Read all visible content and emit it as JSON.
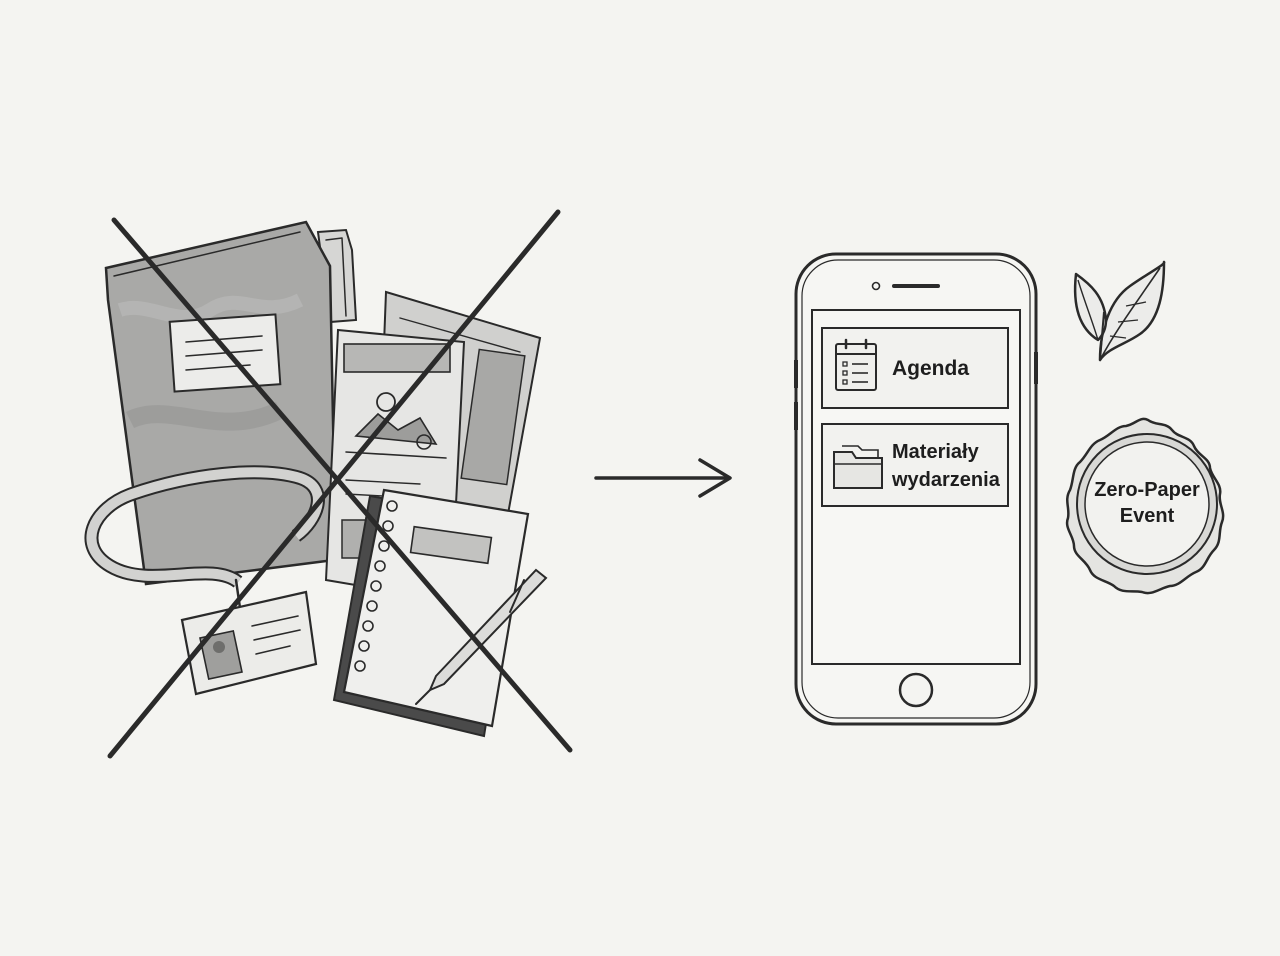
{
  "phone": {
    "items": [
      {
        "icon": "calendar-icon",
        "label_lines": [
          "Agenda"
        ]
      },
      {
        "icon": "folder-icon",
        "label_lines": [
          "Materiały",
          "wydarzenia"
        ]
      }
    ]
  },
  "badge": {
    "lines": [
      "Zero-Paper",
      "Event"
    ]
  },
  "colors": {
    "background": "#f4f4f1",
    "ink": "#2a2a2a",
    "paper_shade": "#9a9a9a",
    "paper_light": "#e2e2e0"
  }
}
